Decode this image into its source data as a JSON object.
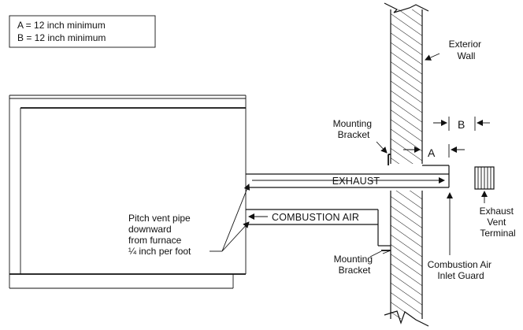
{
  "legend": {
    "line_a": "A = 12 inch minimum",
    "line_b": "B = 12 inch minimum"
  },
  "labels": {
    "exterior_wall": [
      "Exterior",
      "Wall"
    ],
    "mounting_bracket_top": [
      "Mounting",
      "Bracket"
    ],
    "mounting_bracket_bottom": [
      "Mounting",
      "Bracket"
    ],
    "dim_a": "A",
    "dim_b": "B",
    "exhaust": "EXHAUST",
    "combustion_air": "COMBUSTION AIR",
    "pitch_note": [
      "Pitch vent pipe",
      "downward",
      "from furnace",
      "¼ inch per foot"
    ],
    "exhaust_terminal": [
      "Exhaust",
      "Vent",
      "Terminal"
    ],
    "inlet_guard": [
      "Combustion Air",
      "Inlet Guard"
    ]
  },
  "colors": {
    "line": "#111111",
    "background": "#ffffff"
  }
}
